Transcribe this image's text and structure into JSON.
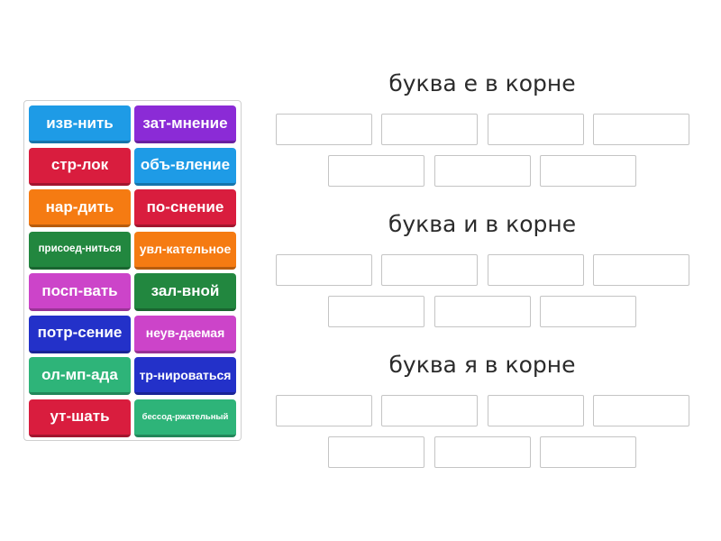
{
  "tiles": [
    {
      "label": "изв-нить",
      "color": "#1e9be6"
    },
    {
      "label": "зат-мнение",
      "color": "#8b2bd6"
    },
    {
      "label": "стр-лок",
      "color": "#d91d3e"
    },
    {
      "label": "объ-вление",
      "color": "#1e9be6"
    },
    {
      "label": "нар-дить",
      "color": "#f57b12"
    },
    {
      "label": "по-снение",
      "color": "#d91d3e"
    },
    {
      "label": "присоед-ниться",
      "color": "#22873f"
    },
    {
      "label": "увл-кательное",
      "color": "#f57b12"
    },
    {
      "label": "посп-вать",
      "color": "#cc44c9"
    },
    {
      "label": "зал-вной",
      "color": "#22873f"
    },
    {
      "label": "потр-сение",
      "color": "#2331c9"
    },
    {
      "label": "неув-даемая",
      "color": "#cc44c9"
    },
    {
      "label": "ол-мп-ада",
      "color": "#2eb479"
    },
    {
      "label": "тр-нироваться",
      "color": "#2331c9"
    },
    {
      "label": "ут-шать",
      "color": "#d91d3e"
    },
    {
      "label": "бессод-ржательный",
      "color": "#2eb479"
    }
  ],
  "groups": [
    {
      "title": "буква е в корне"
    },
    {
      "title": "буква и в корне"
    },
    {
      "title": "буква я в корне"
    }
  ]
}
